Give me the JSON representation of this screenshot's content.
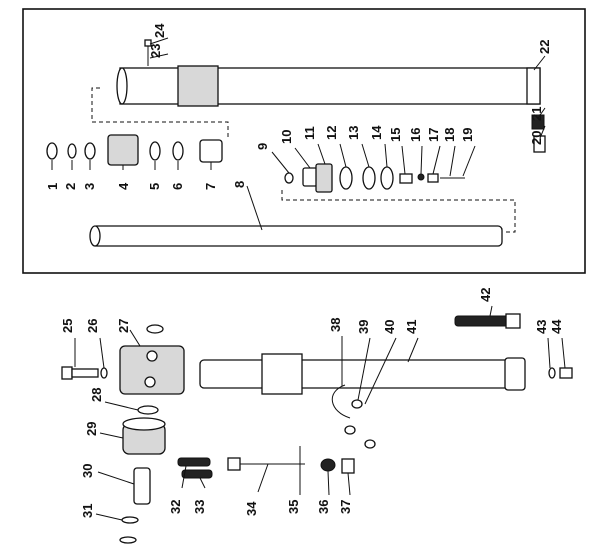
{
  "diagram": {
    "labels": [
      "1",
      "2",
      "3",
      "4",
      "5",
      "6",
      "7",
      "8",
      "9",
      "10",
      "11",
      "12",
      "13",
      "14",
      "15",
      "16",
      "17",
      "18",
      "19",
      "20",
      "21",
      "22",
      "23",
      "24",
      "25",
      "26",
      "27",
      "28",
      "29",
      "30",
      "31",
      "32",
      "33",
      "34",
      "35",
      "36",
      "37",
      "38",
      "39",
      "40",
      "41",
      "42",
      "43",
      "44"
    ]
  },
  "colors": {
    "ink": "#111111",
    "background": "#ffffff",
    "shade": "#d8d8d8"
  }
}
